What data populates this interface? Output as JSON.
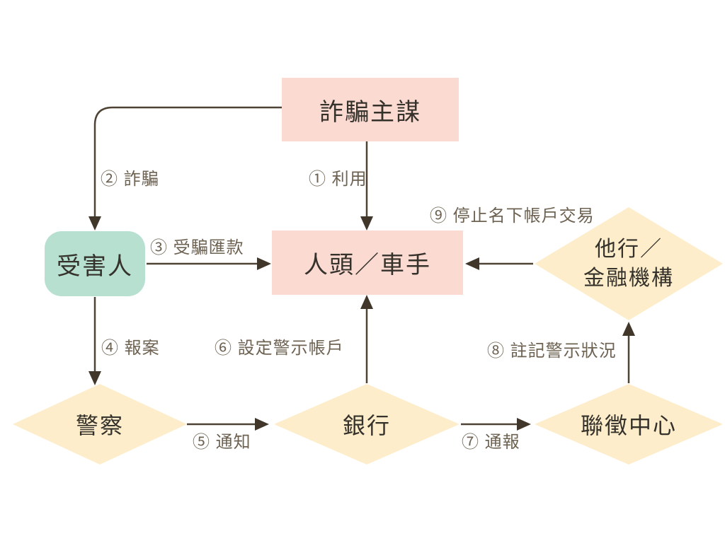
{
  "diagram": {
    "type": "flowchart",
    "language": "zh-Hant",
    "background": "#ffffff",
    "colors": {
      "pink_node": "#fbdad1",
      "teal_node": "#b7e0d1",
      "cream_node": "#fdedca",
      "arrow_line": "#4e4334",
      "arrow_head": "#40372a",
      "edge_label_text": "#6e6352",
      "node_text": "#35322c"
    },
    "nodes": [
      {
        "id": "mastermind",
        "label": "詐騙主謀",
        "shape": "rectangle",
        "color": "#fbdad1"
      },
      {
        "id": "victim",
        "label": "受害人",
        "shape": "rounded-rectangle",
        "color": "#b7e0d1"
      },
      {
        "id": "mule",
        "label": "人頭／車手",
        "shape": "rectangle",
        "color": "#fbdad1"
      },
      {
        "id": "other-banks",
        "label": "他行／\n金融機構",
        "shape": "diamond",
        "color": "#fdedca"
      },
      {
        "id": "police",
        "label": "警察",
        "shape": "diamond",
        "color": "#fdedca"
      },
      {
        "id": "bank",
        "label": "銀行",
        "shape": "diamond",
        "color": "#fdedca"
      },
      {
        "id": "jcic",
        "label": "聯徵中心",
        "shape": "diamond",
        "color": "#fdedca"
      }
    ],
    "edges": [
      {
        "step": 1,
        "label": "① 利用",
        "from": "mastermind",
        "to": "mule",
        "direction": "down"
      },
      {
        "step": 2,
        "label": "② 詐騙",
        "from": "mastermind",
        "to": "victim",
        "direction": "left-then-down"
      },
      {
        "step": 3,
        "label": "③ 受騙匯款",
        "from": "victim",
        "to": "mule",
        "direction": "right"
      },
      {
        "step": 4,
        "label": "④ 報案",
        "from": "victim",
        "to": "police",
        "direction": "down"
      },
      {
        "step": 5,
        "label": "⑤ 通知",
        "from": "police",
        "to": "bank",
        "direction": "right"
      },
      {
        "step": 6,
        "label": "⑥ 設定警示帳戶",
        "from": "bank",
        "to": "mule",
        "direction": "up"
      },
      {
        "step": 7,
        "label": "⑦ 通報",
        "from": "bank",
        "to": "jcic",
        "direction": "right"
      },
      {
        "step": 8,
        "label": "⑧ 註記警示狀況",
        "from": "jcic",
        "to": "other-banks",
        "direction": "up"
      },
      {
        "step": 9,
        "label": "⑨ 停止名下帳戶交易",
        "from": "other-banks",
        "to": "mule",
        "direction": "left"
      }
    ]
  }
}
